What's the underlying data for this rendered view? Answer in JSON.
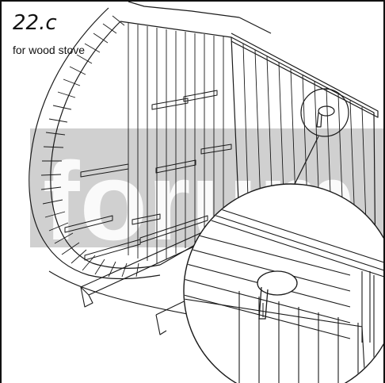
{
  "step": {
    "number": "22.c",
    "caption": "for wood stove"
  },
  "watermark": {
    "text": "forum",
    "color": "#cfcfcf"
  },
  "colors": {
    "line": "#1a1a1a",
    "paper": "#ffffff"
  },
  "illustration": {
    "subject": "barrel-sauna-end-wall-assembly",
    "detail": "magnified-circle-clip"
  }
}
